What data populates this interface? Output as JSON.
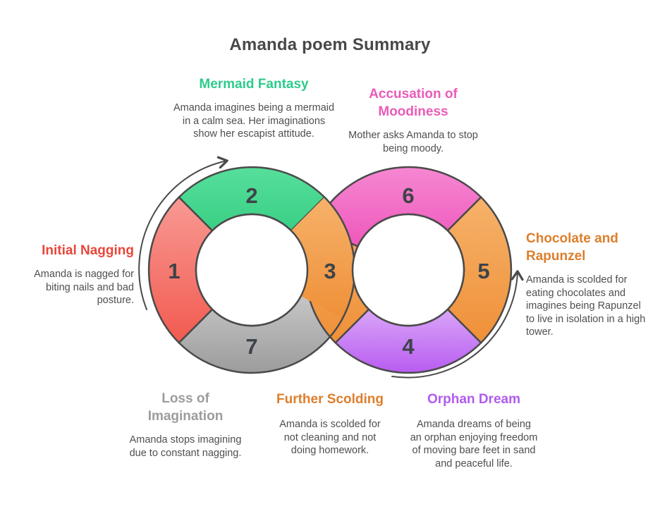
{
  "title": "Amanda poem Summary",
  "steps": [
    {
      "number": "1",
      "title": "Initial Nagging",
      "description": "Amanda is nagged for biting nails and bad posture.",
      "color": "#E8463B"
    },
    {
      "number": "2",
      "title": "Mermaid Fantasy",
      "description": "Amanda imagines being a mermaid in a calm sea. Her imaginations show her escapist attitude.",
      "color": "#2DCB8A"
    },
    {
      "number": "3",
      "title": "Further Scolding",
      "description": "Amanda is scolded for not cleaning and not doing homework.",
      "color": "#DD7E2C"
    },
    {
      "number": "4",
      "title": "Orphan Dream",
      "description": "Amanda dreams of being an orphan enjoying freedom of moving bare feet in sand and peaceful life.",
      "color": "#B15BEE"
    },
    {
      "number": "5",
      "title": "Chocolate and Rapunzel",
      "description": "Amanda is scolded for eating chocolates and imagines being Rapunzel to live in isolation in a high tower.",
      "color": "#DD7E2C"
    },
    {
      "number": "6",
      "title": "Accusation of Moodiness",
      "description": "Mother asks Amanda to stop being moody.",
      "color": "#EA5CB8"
    },
    {
      "number": "7",
      "title": "Loss of Imagination",
      "description": "Amanda stops imagining due to constant nagging.",
      "color": "#9C9C9C"
    }
  ],
  "diagram": {
    "outline_color": "#4A4A4A",
    "number_color": "#3E4349",
    "gradients": {
      "g-red": [
        "#F89A93",
        "#F25A50"
      ],
      "g-green": [
        "#56DF9B",
        "#3ACF85"
      ],
      "g-orange": [
        "#F6B26A",
        "#EF9038"
      ],
      "g-gray": [
        "#C7C7C7",
        "#9C9C9C"
      ],
      "g-pink": [
        "#F687D2",
        "#EE58BB"
      ],
      "g-purple": [
        "#D9A6F8",
        "#B85CF1"
      ]
    }
  }
}
